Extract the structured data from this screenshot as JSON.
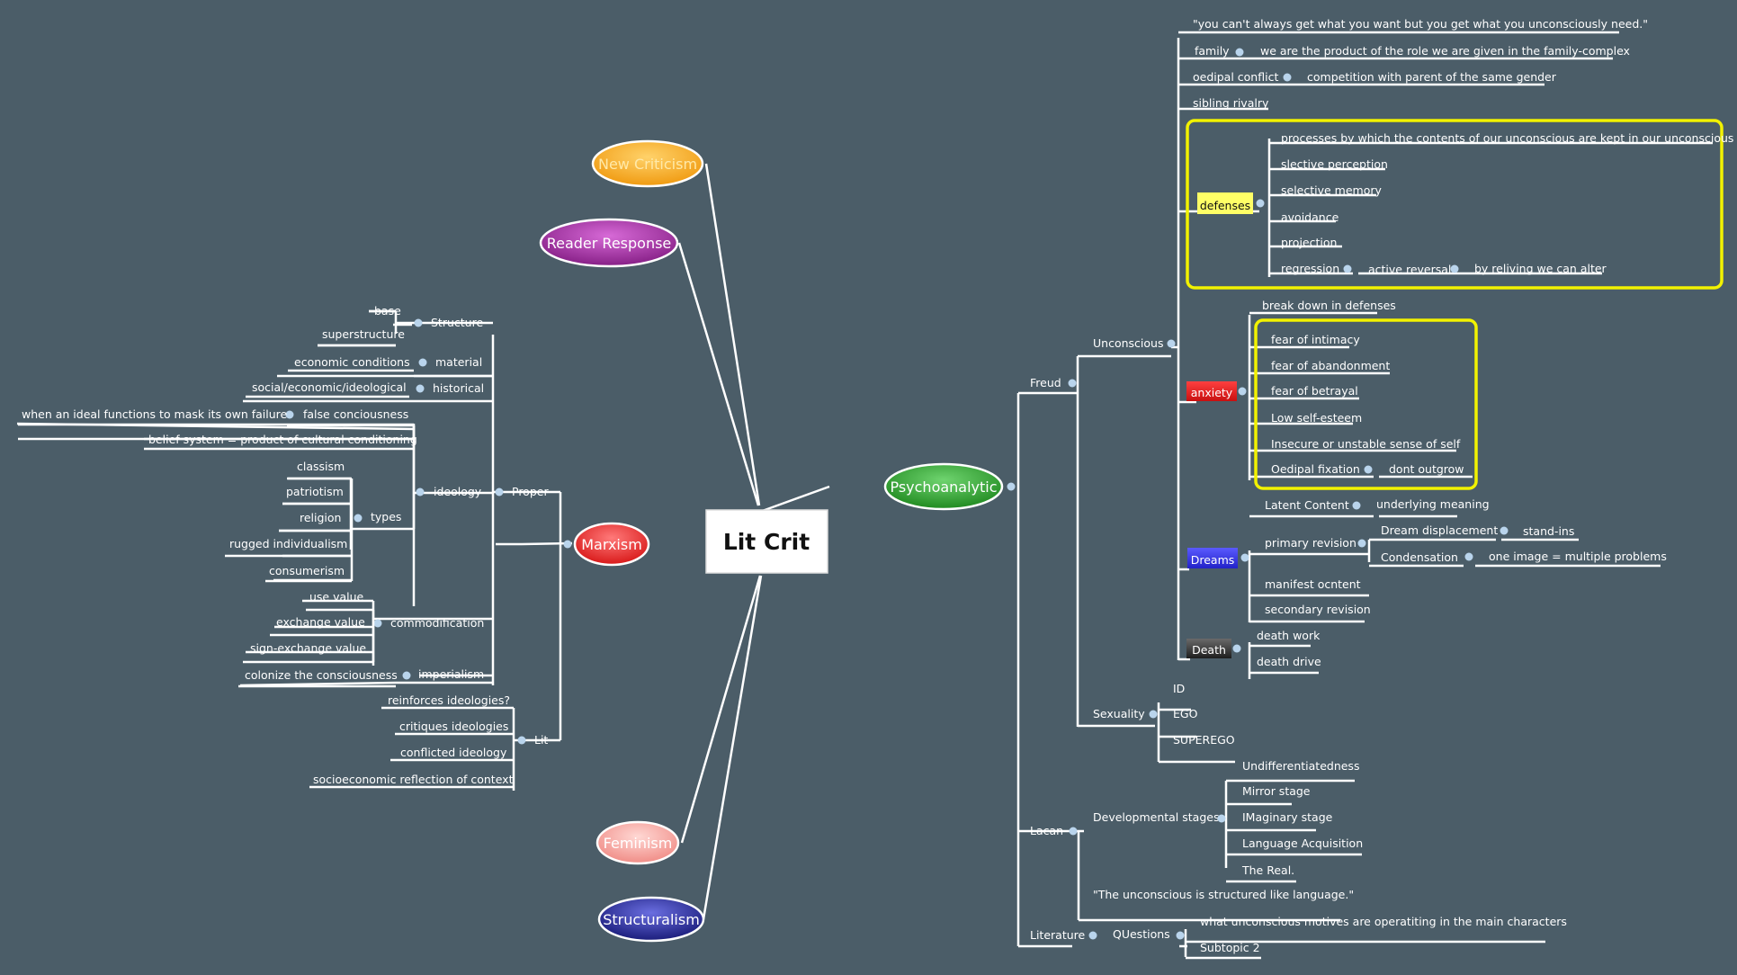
{
  "central": {
    "label": "Lit Crit"
  },
  "colors": {
    "background": "#4b5d68",
    "branch_line": "#ffffff",
    "dot": "#b9d4ec",
    "focus_box": "#f2f200",
    "new_criticism": "#f5a320",
    "reader_response": "#9c2a9c",
    "marxism": "#e03030",
    "psychoanalytic": "#2f9a2f",
    "feminism": "#f4a6a0",
    "structuralism": "#262a90",
    "defenses_tag": "#ffff66",
    "anxiety_tag": "#e82020",
    "dreams_tag": "#3535e0",
    "death_tag": "#3a3a3a"
  },
  "main_topics": {
    "new_criticism": "New Criticism",
    "reader_response": "Reader Response",
    "marxism": "Marxism",
    "psychoanalytic": "Psychoanalytic",
    "feminism": "Feminism",
    "structuralism": "Structuralism"
  },
  "marxism": {
    "proper": "Proper",
    "lit": "Lit",
    "structure": "Structure",
    "base": "base",
    "superstructure": "superstructure",
    "material": "material",
    "economic_conditions": "economic conditions",
    "historical": "historical",
    "social": "social/economic/ideological",
    "ideology": "ideology",
    "false_consciousness": "false conciousness",
    "mask": "when an ideal functions to mask its own failure",
    "belief": "belief system = product of cultural conditioning",
    "types": "types",
    "types_items": [
      "classism",
      "patriotism",
      "religion",
      "rugged individualism",
      "consumerism"
    ],
    "commodification": "commodification",
    "commodification_items": [
      "use value",
      "exchange value",
      "sign-exchange value"
    ],
    "imperialism": "imperialism",
    "colonize": "colonize the consciousness",
    "lit_items": [
      "reinforces ideologies?",
      "critiques ideologies",
      "conflicted ideology",
      "socioeconomic reflection of context"
    ]
  },
  "psycho": {
    "freud": "Freud",
    "unconscious": "Unconscious",
    "quote": "\"you can't always get what you want but you get what you unconsciously need.\"",
    "family": "family",
    "family_note": "we are the product of the role we are given in the family-complex",
    "oedipal": "oedipal conflict",
    "oedipal_note": "competition with parent of the same gender",
    "sibling": "sibling rivalry",
    "defenses": "defenses",
    "defenses_items": [
      "processes by which the contents of our unconscious are kept in our unconscious",
      "slective perception",
      "selective memory",
      "avoidance",
      "projection"
    ],
    "regression": "regression",
    "active_reversal": "active reversal",
    "reliving": "by reliving we can alter",
    "anxiety": "anxiety",
    "breakdown": "break down in defenses",
    "anxiety_items": [
      "fear of intimacy",
      "fear of abandonment",
      "fear of betrayal",
      "Low self-esteem",
      "Insecure or unstable sense of self"
    ],
    "oedipal_fixation": "Oedipal fixation",
    "dont_outgrow": "dont outgrow",
    "dreams": "Dreams",
    "latent": "Latent Content",
    "underlying": "underlying meaning",
    "primary_revision": "primary revision",
    "dream_displacement": "Dream displacement",
    "stand_ins": "stand-ins",
    "condensation": "Condensation",
    "one_image": "one image = multiple problems",
    "manifest": "manifest ocntent",
    "secondary": "secondary revision",
    "death": "Death",
    "death_work": "death work",
    "death_drive": "death drive",
    "sexuality": "Sexuality",
    "sexuality_items": [
      "ID",
      "EGO",
      "SUPEREGO"
    ],
    "lacan": "Lacan",
    "dev_stages": "Developmental stages",
    "stage_items": [
      "Undifferentiatedness",
      "Mirror stage",
      "IMaginary stage",
      "Language Acquisition",
      "The Real."
    ],
    "lacan_quote": "\"The unconscious is structured like language.\"",
    "literature": "Literature",
    "questions": "QUestions",
    "motives": "what unconscious motives are operatiting in the main characters",
    "subtopic": "Subtopic 2"
  }
}
